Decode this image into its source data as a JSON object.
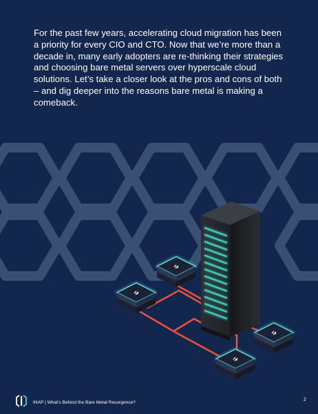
{
  "intro": {
    "paragraph": "For the past few years, accelerating cloud migration has been a priority for every CIO and CTO. Now that we’re more than a decade in, many early adopters are re-thinking their strategies and choosing bare metal servers over hyperscale cloud solutions. Let’s take a closer look at the pros and cons of both – and dig deeper into the reasons bare metal is making a comeback."
  },
  "illustration": {
    "icons": [
      "hexagon-pattern-icon",
      "server-rack-icon",
      "server-node-icon",
      "network-cable-icon"
    ],
    "colors": {
      "background": "#13264d",
      "hexagon": "#3f5578",
      "rack": "#23262b",
      "rack_lights": "#3fd6c2",
      "node_top": "#1a2236",
      "node_glow": "#58e3dc",
      "cable": "#e5523c"
    }
  },
  "footer": {
    "logo": "inap-logo-icon",
    "text": "INAP | What’s Behind the Bare Metal Resurgence?",
    "page_number": "2"
  }
}
